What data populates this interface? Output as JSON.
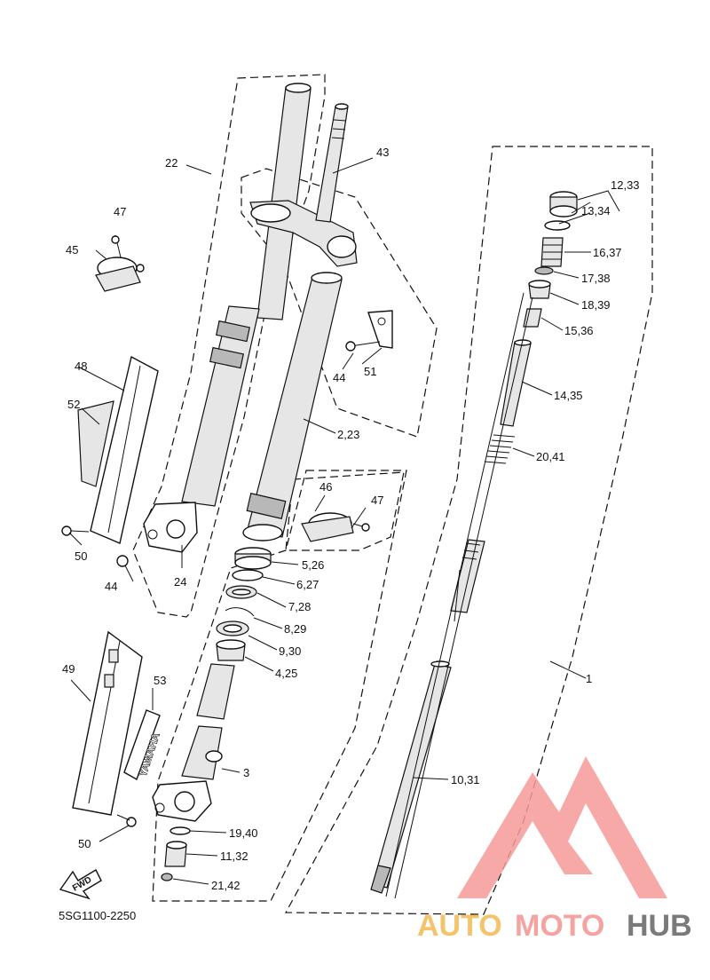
{
  "diagram_code": "5SG1100-2250",
  "fwd_label": "FWD",
  "decal_text": "YAMAHA",
  "watermark": {
    "part1": "AUTO",
    "part2": "MOTO",
    "part3": "HUB",
    "color_auto": "#f5c36b",
    "color_moto": "#f4a3a0",
    "color_hub": "#7a7a7a",
    "color_logo": "#f59a97"
  },
  "labels": {
    "l1": "1",
    "l2_23": "2,23",
    "l3": "3",
    "l4_25": "4,25",
    "l5_26": "5,26",
    "l6_27": "6,27",
    "l7_28": "7,28",
    "l8_29": "8,29",
    "l9_30": "9,30",
    "l10_31": "10,31",
    "l11_32": "11,32",
    "l12_33": "12,33",
    "l13_34": "13,34",
    "l14_35": "14,35",
    "l15_36": "15,36",
    "l16_37": "16,37",
    "l17_38": "17,38",
    "l18_39": "18,39",
    "l19_40": "19,40",
    "l20_41": "20,41",
    "l21_42": "21,42",
    "l22": "22",
    "l24": "24",
    "l43": "43",
    "l44a": "44",
    "l44b": "44",
    "l45": "45",
    "l46": "46",
    "l47a": "47",
    "l47b": "47",
    "l48": "48",
    "l49": "49",
    "l50a": "50",
    "l50b": "50",
    "l51": "51",
    "l52": "52",
    "l53": "53"
  }
}
